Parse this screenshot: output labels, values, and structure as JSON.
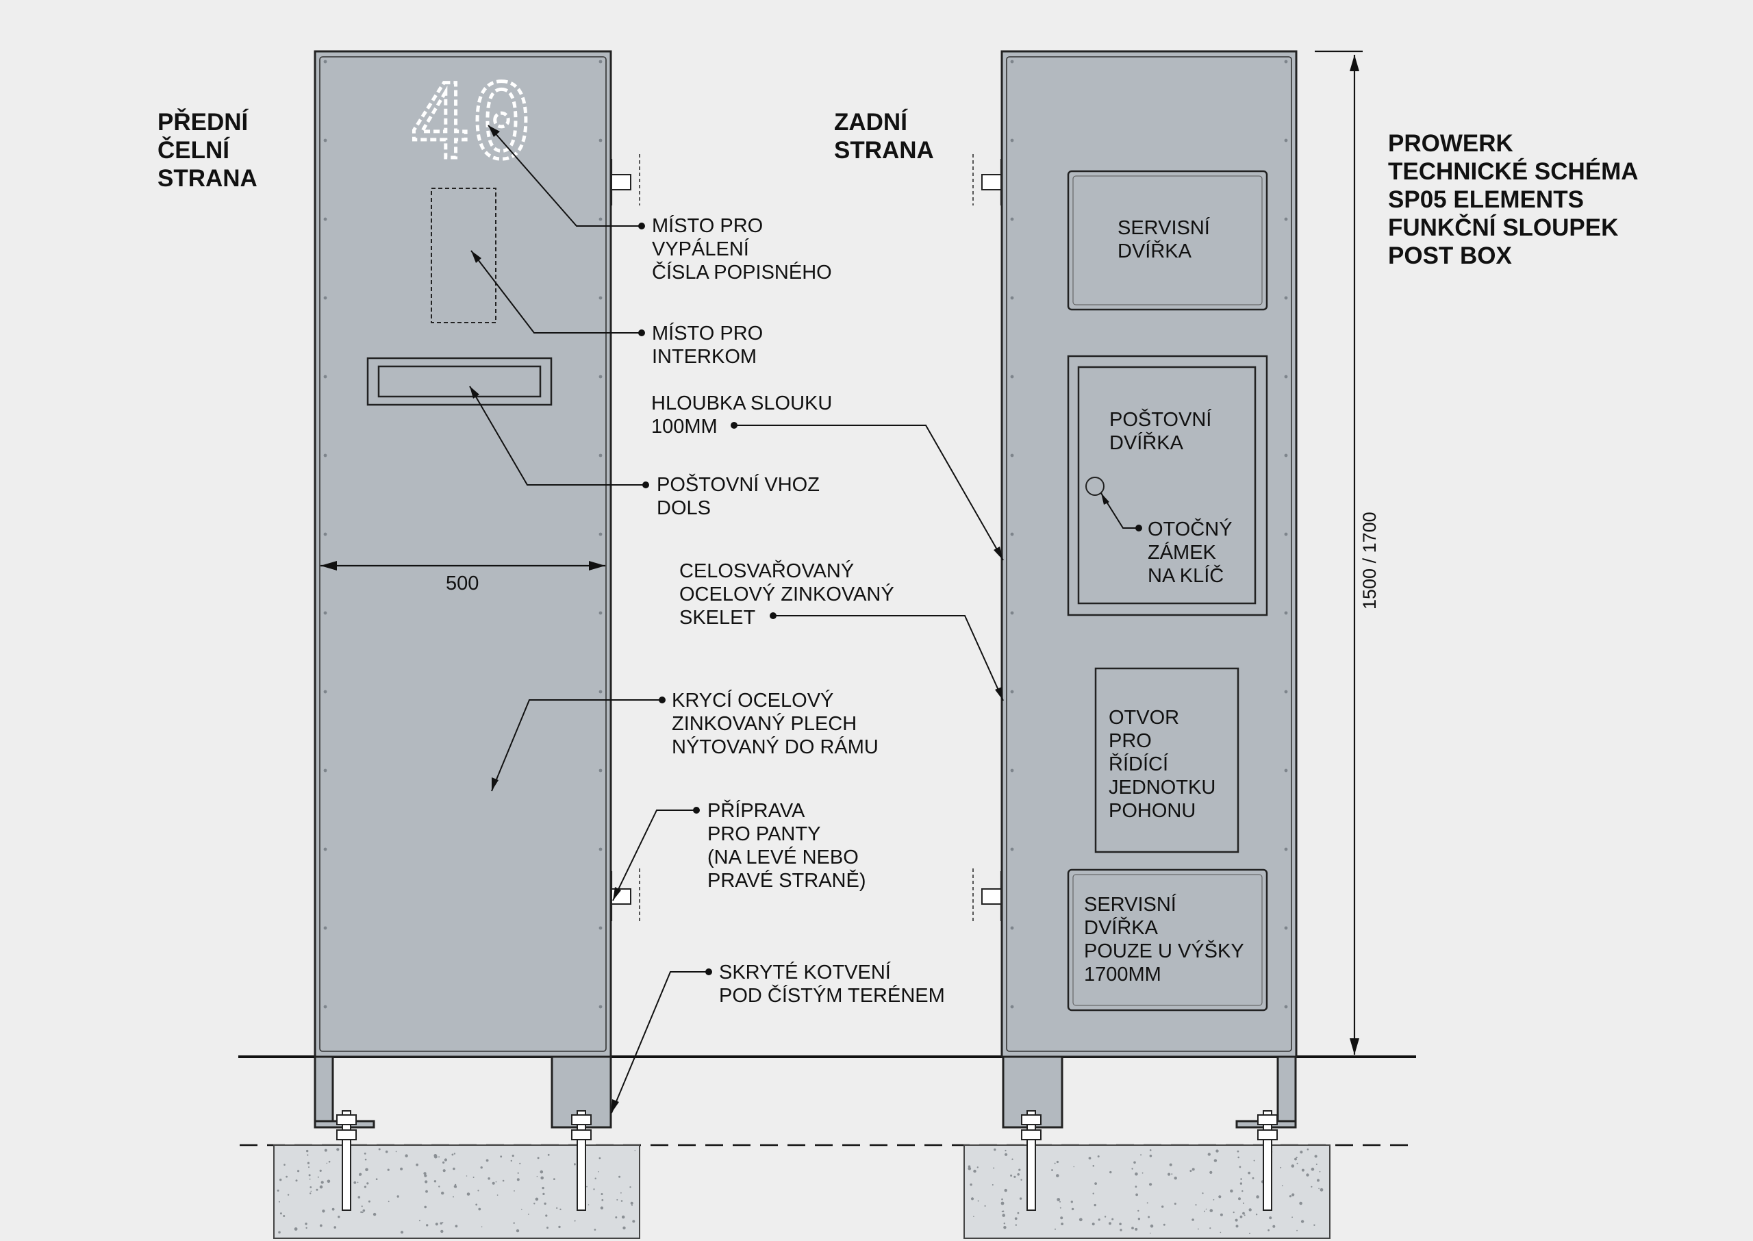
{
  "headings": {
    "front": [
      "PŘEDNÍ",
      "ČELNÍ",
      "STRANA"
    ],
    "back": [
      "ZADNÍ",
      "STRANA"
    ],
    "title": [
      "PROWERK",
      "TECHNICKÉ SCHÉMA",
      "SP05 ELEMENTS",
      "FUNKČNÍ SLOUPEK",
      "POST BOX"
    ]
  },
  "house_number": "40",
  "callouts": {
    "misto_vypaleni": [
      "MÍSTO PRO",
      "VYPÁLENÍ",
      "ČÍSLA POPISNÉHO"
    ],
    "misto_interkom": [
      "MÍSTO PRO",
      "INTERKOM"
    ],
    "hloubka": [
      "HLOUBKA SLOUKU",
      "100MM"
    ],
    "postovni_vhoz": [
      "POŠTOVNÍ VHOZ",
      "DOLS"
    ],
    "skelet": [
      "CELOSVAŘOVANÝ",
      "OCELOVÝ ZINKOVANÝ",
      "SKELET"
    ],
    "kryci_plech": [
      "KRYCÍ OCELOVÝ",
      "ZINKOVANÝ PLECH",
      "NÝTOVANÝ DO RÁMU"
    ],
    "priprava_panty": [
      "PŘÍPRAVA",
      "PRO PANTY",
      "(NA LEVÉ NEBO",
      "PRAVÉ STRANĚ)"
    ],
    "skryte_kotveni": [
      "SKRYTÉ KOTVENÍ",
      "POD ČÍSTÝM TERÉNEM"
    ]
  },
  "back_panels": {
    "servis_top": [
      "SERVISNÍ",
      "DVÍŘKA"
    ],
    "postovni": [
      "POŠTOVNÍ",
      "DVÍŘKA"
    ],
    "zamek": [
      "OTOČNÝ",
      "ZÁMEK",
      "NA KLÍČ"
    ],
    "otvor": [
      "OTVOR",
      "PRO",
      "ŘÍDÍCÍ",
      "JEDNOTKU",
      "POHONU"
    ],
    "servis_bottom": [
      "SERVISNÍ",
      "DVÍŘKA",
      "POUZE U VÝŠKY",
      "1700MM"
    ]
  },
  "dimensions": {
    "width": "500",
    "height": "1500 / 1700"
  }
}
